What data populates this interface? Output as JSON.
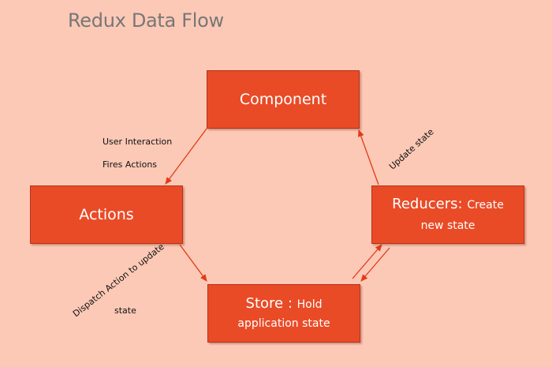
{
  "title": "Redux Data Flow",
  "nodes": {
    "component": "Component",
    "actions": "Actions",
    "store": {
      "main": "Store : ",
      "small": "Hold",
      "line2": "application state"
    },
    "reducers": {
      "main": "Reducers: ",
      "small": "Create",
      "line2": "new state"
    }
  },
  "edge_labels": {
    "user_interaction": "User Interaction",
    "fires_actions": "Fires Actions",
    "update_state": "Update state",
    "dispatch": "Dispatch Action to update",
    "dispatch_state": "state"
  },
  "colors": {
    "background": "#fcc9b6",
    "box_fill": "#e94b27",
    "arrow": "#e23a17",
    "title": "#777777"
  }
}
